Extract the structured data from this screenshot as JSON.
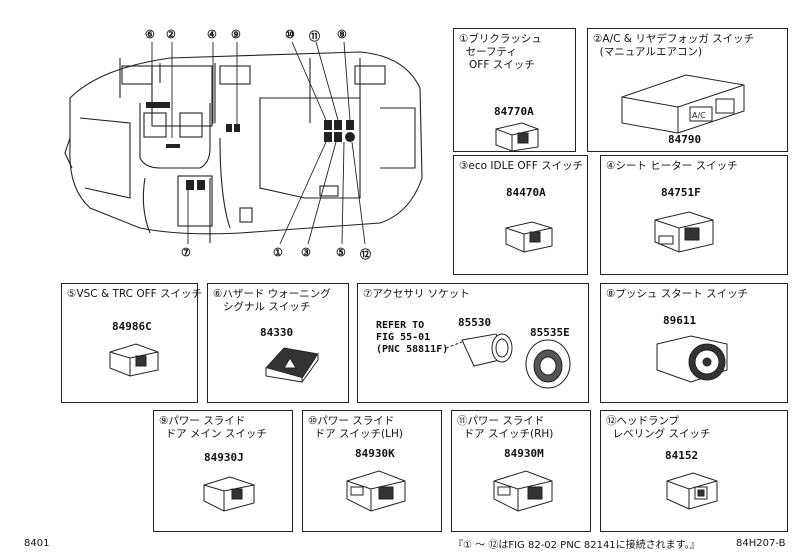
{
  "panels": [
    {
      "num": "①",
      "title": "ブリクラッシュ\n  セーフティ\n   OFF スイッチ",
      "parts": [
        "84770A"
      ]
    },
    {
      "num": "②",
      "title": "A/C & リヤデフォッガ スイッチ\n  (マニュアルエアコン)",
      "parts": [
        "84790"
      ]
    },
    {
      "num": "③",
      "title": "eco IDLE OFF スイッチ",
      "parts": [
        "84470A"
      ]
    },
    {
      "num": "④",
      "title": "シート ヒーター スイッチ",
      "parts": [
        "84751F"
      ]
    },
    {
      "num": "⑤",
      "title": "VSC & TRC OFF スイッチ",
      "parts": [
        "84986C"
      ]
    },
    {
      "num": "⑥",
      "title": "ハザード ウォーニング\n   シグナル スイッチ",
      "parts": [
        "84330"
      ]
    },
    {
      "num": "⑦",
      "title": "アクセサリ ソケット",
      "parts": [
        "85530",
        "85535E"
      ]
    },
    {
      "num": "⑧",
      "title": "プッシュ スタート スイッチ",
      "parts": [
        "89611"
      ]
    },
    {
      "num": "⑨",
      "title": "パワー スライド\n  ドア メイン スイッチ",
      "parts": [
        "84930J"
      ]
    },
    {
      "num": "⑩",
      "title": "パワー スライド\n  ドア スイッチ(LH)",
      "parts": [
        "84930K"
      ]
    },
    {
      "num": "⑪",
      "title": "パワー スライド\n  ドア スイッチ(RH)",
      "parts": [
        "84930M"
      ]
    },
    {
      "num": "⑫",
      "title": "ヘッドランプ\n  レベリング スイッチ",
      "parts": [
        "84152"
      ]
    }
  ],
  "refer_note": "REFER TO\nFIG 55-01\n(PNC 58811F)",
  "dash_callouts": [
    "⑥",
    "②",
    "④",
    "⑨",
    "⑩",
    "⑪",
    "⑧",
    "⑦",
    "①",
    "③",
    "⑤",
    "⑫"
  ],
  "switch_labels": {
    "ac": "A/C"
  },
  "footer": {
    "left_code": "8401",
    "note": "『① ～ ⑫はFIG 82-02 PNC 82141に接続されます。』",
    "right_code": "84H207-B"
  }
}
